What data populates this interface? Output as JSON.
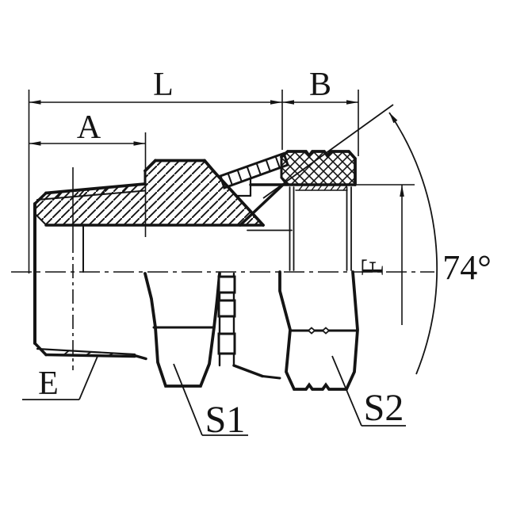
{
  "drawing": {
    "labels": {
      "overall_length": "L",
      "thread_length": "A",
      "nut_width": "B",
      "thread_ref": "E",
      "hex_flat_1": "S1",
      "hex_flat_2": "S2",
      "flare_ref": "F",
      "flare_angle": "74°"
    },
    "colors": {
      "line": "#141414",
      "background": "#ffffff"
    }
  }
}
